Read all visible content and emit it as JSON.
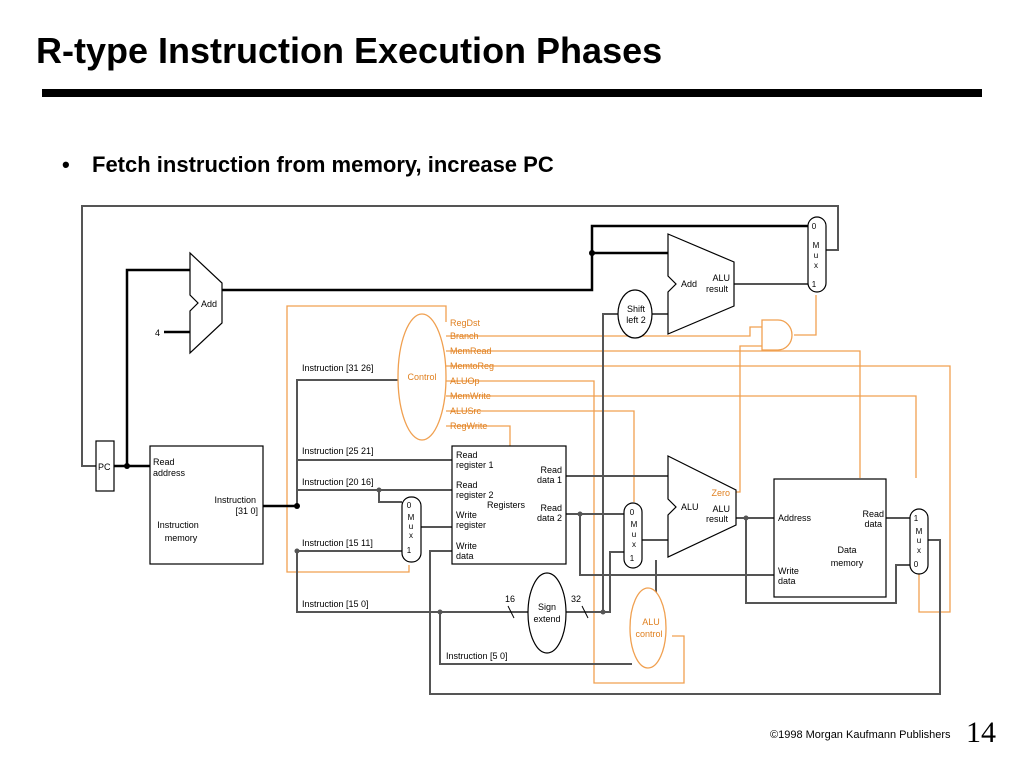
{
  "slide": {
    "title": "R-type Instruction Execution Phases",
    "bullet_symbol": "•",
    "bullet_text": "Fetch instruction from memory, increase PC",
    "copyright": "©1998 Morgan Kaufmann Publishers",
    "page_number": "14"
  },
  "colors": {
    "datapath": "#555555",
    "highlight": "#000000",
    "control": "#f0a050",
    "control_text": "#e08020"
  },
  "diagram": {
    "pc": "PC",
    "adder_pc": "Add",
    "const_four": "4",
    "imem": {
      "read": "Read",
      "address": "address",
      "instr": "Instruction",
      "instr_bits": "[31   0]",
      "name1": "Instruction",
      "name2": "memory"
    },
    "fields": {
      "op": "Instruction [31   26]",
      "rs": "Instruction [25   21]",
      "rt": "Instruction [20   16]",
      "rd": "Instruction [15   11]",
      "imm": "Instruction [15   0]",
      "funct": "Instruction [5   0]"
    },
    "control": "Control",
    "signals": [
      "RegDst",
      "Branch",
      "MemRead",
      "MemtoReg",
      "ALUOp",
      "MemWrite",
      "ALUSrc",
      "RegWrite"
    ],
    "regs": {
      "read1a": "Read",
      "read1b": "register 1",
      "read2a": "Read",
      "read2b": "register 2",
      "writea": "Write",
      "writeb": "register",
      "wdataa": "Write",
      "wdatab": "data",
      "name": "Registers",
      "rd1a": "Read",
      "rd1b": "data 1",
      "rd2a": "Read",
      "rd2b": "data 2"
    },
    "mux_regdst": [
      "0",
      "M",
      "u",
      "x",
      "1"
    ],
    "mux_alusrc": [
      "0",
      "M",
      "u",
      "x",
      "1"
    ],
    "mux_pc": [
      "0",
      "M",
      "u",
      "x",
      "1"
    ],
    "mux_memtoreg": [
      "1",
      "M",
      "u",
      "x",
      "0"
    ],
    "shift": [
      "Shift",
      "left 2"
    ],
    "adder_branch": "Add",
    "adder_branch_result": [
      "ALU",
      "result"
    ],
    "alu": "ALU",
    "alu_zero": "Zero",
    "alu_result": [
      "ALU",
      "result"
    ],
    "sign_extend": [
      "Sign",
      "extend"
    ],
    "bits_16": "16",
    "bits_32": "32",
    "alu_control": [
      "ALU",
      "control"
    ],
    "dmem": {
      "address": "Address",
      "read_a": "Read",
      "read_b": "data",
      "write_a": "Write",
      "write_b": "data",
      "name_a": "Data",
      "name_b": "memory"
    }
  }
}
